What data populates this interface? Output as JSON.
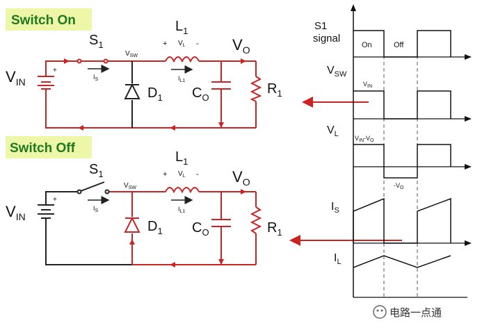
{
  "colors": {
    "circuit_active": "#cc2222",
    "circuit_idle": "#222222",
    "tag_bg": "#eef7a8",
    "tag_text": "#1f7a1f"
  },
  "top": {
    "tag": "Switch On",
    "s_label": "S",
    "s_sub": "1",
    "vin_label": "V",
    "vin_sub": "IN",
    "vsw_label": "V",
    "vsw_sub": "SW",
    "l_label": "L",
    "l_sub": "1",
    "vl_plus": "+",
    "vl_label": "V",
    "vl_sub": "L",
    "vl_minus": "-",
    "il_label": "I",
    "il_sub": "L1",
    "is_label": "I",
    "is_sub": "S",
    "vo_label": "V",
    "vo_sub": "O",
    "d_label": "D",
    "d_sub": "1",
    "co_label": "C",
    "co_sub": "O",
    "r_label": "R",
    "r_sub": "1"
  },
  "bottom": {
    "tag": "Switch Off",
    "s_label": "S",
    "s_sub": "1",
    "vin_label": "V",
    "vin_sub": "IN",
    "vsw_label": "V",
    "vsw_sub": "SW",
    "l_label": "L",
    "l_sub": "1",
    "vl_plus": "+",
    "vl_label": "V",
    "vl_sub": "L",
    "vl_minus": "-",
    "il_label": "I",
    "il_sub": "L1",
    "is_label": "I",
    "is_sub": "S",
    "vo_label": "V",
    "vo_sub": "O",
    "d_label": "D",
    "d_sub": "1",
    "co_label": "C",
    "co_sub": "O",
    "r_label": "R",
    "r_sub": "1"
  },
  "waveforms": {
    "s1_title_line1": "S1",
    "s1_title_line2": "signal",
    "on_label": "On",
    "off_label": "Off",
    "vsw_label": "V",
    "vsw_sub": "SW",
    "vsw_level": "V",
    "vsw_level_sub": "IN",
    "vl_label": "V",
    "vl_sub": "L",
    "vl_high_1": "V",
    "vl_high_1_sub": "IN",
    "vl_high_dash": "-V",
    "vl_high_2_sub": "O",
    "vl_low": "-V",
    "vl_low_sub": "O",
    "is_label": "I",
    "is_sub": "S",
    "il_label": "I",
    "il_sub": "L"
  },
  "watermark": "电路一点通"
}
